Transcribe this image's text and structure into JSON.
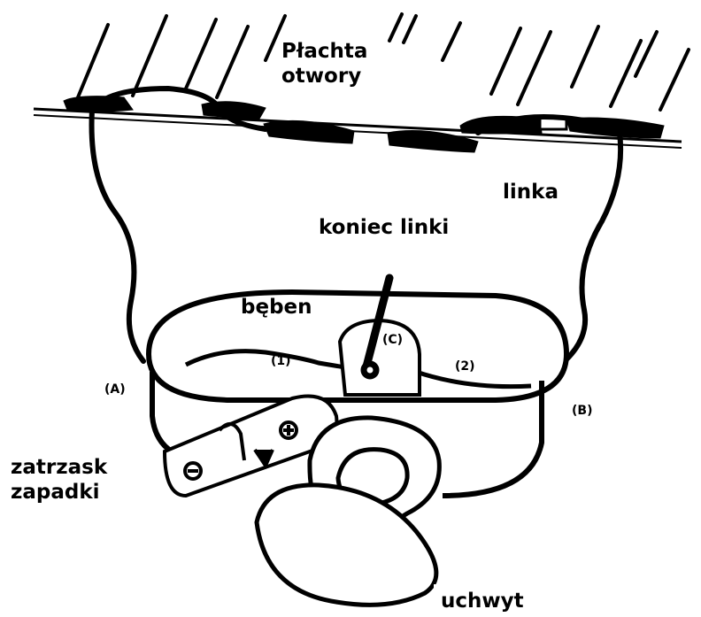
{
  "labels": {
    "sheet": "Płachta",
    "holes": "otwory",
    "cord": "linka",
    "cord_end": "koniec linki",
    "drum": "bęben",
    "latch_line1": "zatrzask",
    "latch_line2": "zapadki",
    "handle": "uchwyt"
  },
  "markers": {
    "a": "(A)",
    "b": "(B)",
    "c": "(C)",
    "one": "(1)",
    "two": "(2)"
  },
  "colors": {
    "ink": "#000000",
    "background": "#ffffff"
  }
}
